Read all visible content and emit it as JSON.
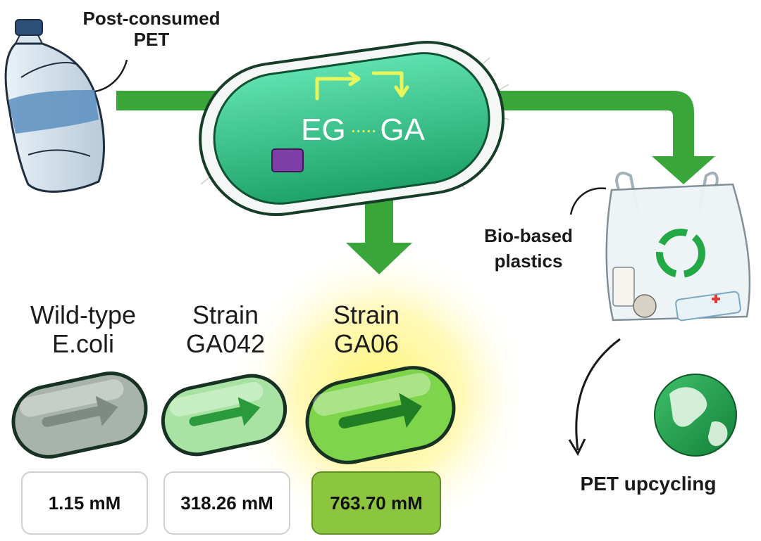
{
  "source": {
    "line1": "Post-consumed",
    "line2": "PET"
  },
  "cell": {
    "left": "EG",
    "dots": "·····",
    "right": "GA"
  },
  "product": {
    "line1": "Bio-based",
    "line2": "plastics"
  },
  "outcome": {
    "label": "PET upcycling"
  },
  "strains": [
    {
      "line1": "Wild-type",
      "line2": "E.coli",
      "value": "1.15 mM",
      "color": "#a9b3ad",
      "arrow": "#7f8a84"
    },
    {
      "line1": "Strain",
      "line2": "GA042",
      "value": "318.26 mM",
      "color": "#a9e3a4",
      "arrow": "#2a9a3c"
    },
    {
      "line1": "Strain",
      "line2": "GA06",
      "value": "763.70 mM",
      "color": "#7ed44a",
      "arrow": "#1f7d24",
      "highlight": true
    }
  ],
  "colors": {
    "flow": "#3aa63a",
    "cell_body": "#2fbf86",
    "cell_edge": "#145a35",
    "glow": "#ffe94a"
  }
}
